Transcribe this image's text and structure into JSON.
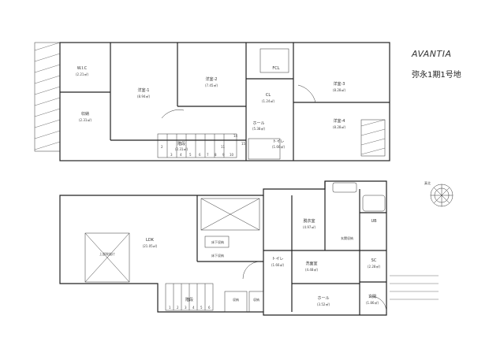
{
  "brand": "AVANTIA",
  "lot_title": "弥永1期1号地",
  "upper_floor": {
    "rooms": [
      {
        "id": "wic",
        "name": "W.I.C",
        "area": "(2.21㎡)"
      },
      {
        "id": "storage",
        "name": "収納",
        "area": "(2.31㎡)"
      },
      {
        "id": "western1",
        "name": "洋室-1",
        "area": "(8.94㎡)"
      },
      {
        "id": "western2",
        "name": "洋室-2",
        "area": "(7.45㎡)"
      },
      {
        "id": "fcl",
        "name": "FCL",
        "area": ""
      },
      {
        "id": "cl",
        "name": "CL",
        "area": "(1.24㎡)"
      },
      {
        "id": "western3",
        "name": "洋室-3",
        "area": "(8.28㎡)"
      },
      {
        "id": "western4",
        "name": "洋室-4",
        "area": "(8.28㎡)"
      },
      {
        "id": "hall",
        "name": "ホール",
        "area": "(5.38㎡)"
      },
      {
        "id": "toilet",
        "name": "トイレ",
        "area": "(1.66㎡)"
      },
      {
        "id": "stairs",
        "name": "階段",
        "area": "(2.31㎡)"
      }
    ],
    "stair_numbers": [
      "1",
      "2",
      "3",
      "4",
      "5",
      "6",
      "7",
      "8",
      "9",
      "10",
      "11",
      "12",
      "13",
      "14",
      "15"
    ]
  },
  "lower_floor": {
    "rooms": [
      {
        "id": "ldk",
        "name": "LDK",
        "area": "(21.05㎡)"
      },
      {
        "id": "washroom",
        "name": "洗面室",
        "area": "(4.48㎡)"
      },
      {
        "id": "dressing",
        "name": "脱衣室",
        "area": "(4.97㎡)"
      },
      {
        "id": "ub",
        "name": "UB",
        "area": ""
      },
      {
        "id": "toilet",
        "name": "トイレ",
        "area": "(1.66㎡)"
      },
      {
        "id": "sc",
        "name": "SC",
        "area": "(2.28㎡)"
      },
      {
        "id": "entrance",
        "name": "玄関",
        "area": "(1.86㎡)"
      },
      {
        "id": "hall",
        "name": "ホール",
        "area": "(3.52㎡)"
      },
      {
        "id": "stairs",
        "name": "階段",
        "area": ""
      },
      {
        "id": "storage1",
        "name": "収納",
        "area": ""
      },
      {
        "id": "storage2",
        "name": "収納",
        "area": ""
      }
    ],
    "notes": [
      {
        "id": "upper_void",
        "text": "上部吹抜け"
      },
      {
        "id": "ceiling_storage",
        "text": "床下収納"
      },
      {
        "id": "mudroom",
        "text": "玄関収納"
      },
      {
        "id": "floor_storage",
        "text": "床下収納"
      }
    ],
    "stair_numbers": [
      "1",
      "2",
      "3",
      "4",
      "5",
      "6"
    ]
  },
  "compass": "真北"
}
